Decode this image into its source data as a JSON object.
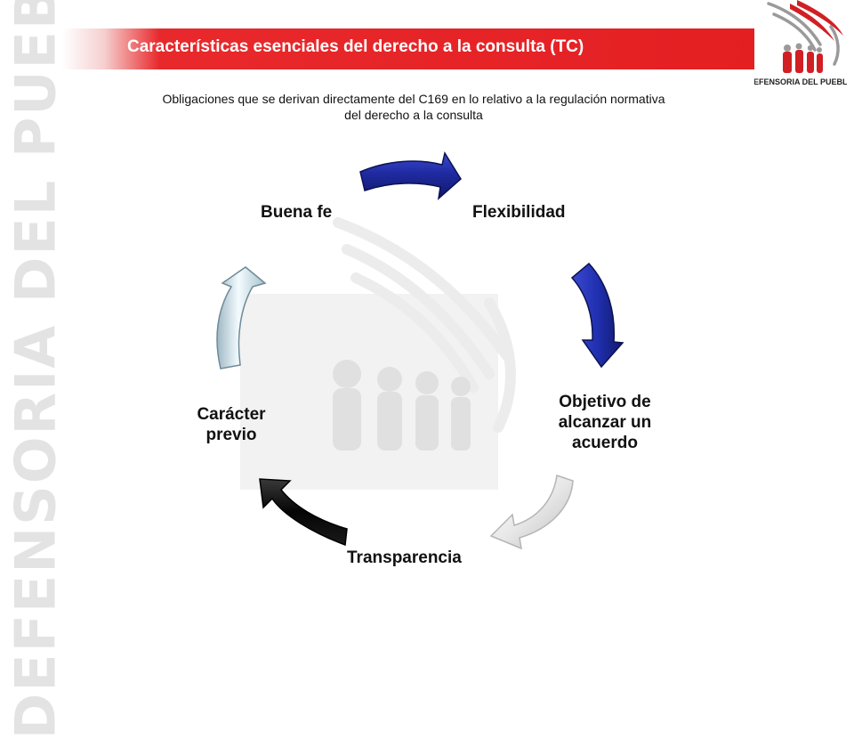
{
  "watermark": {
    "side_text": "DEFENSORIA DEL PUEBLO"
  },
  "header": {
    "title": "Características esenciales del derecho a la consulta (TC)",
    "title_color": "#ffffff",
    "bar_color": "#e41f22"
  },
  "logo": {
    "text": "DEFENSORIA DEL PUEBLO",
    "icon": "defensoria-emblem"
  },
  "subtitle": {
    "line1": "Obligaciones que se derivan directamente del C169 en lo relativo a la regulación normativa",
    "line2": "del derecho a la consulta"
  },
  "cycle": {
    "nodes": [
      {
        "lines": [
          "Flexibilidad"
        ]
      },
      {
        "lines": [
          "Objetivo de",
          "alcanzar un",
          "acuerdo"
        ]
      },
      {
        "lines": [
          "Transparencia"
        ]
      },
      {
        "lines": [
          "Carácter",
          "previo"
        ]
      },
      {
        "lines": [
          "Buena fe"
        ]
      }
    ],
    "arrow_colors": [
      "#1f2a9a",
      "#2232b0",
      "#e6e6e6",
      "#0c0c0c",
      "#cfe1ea"
    ]
  }
}
